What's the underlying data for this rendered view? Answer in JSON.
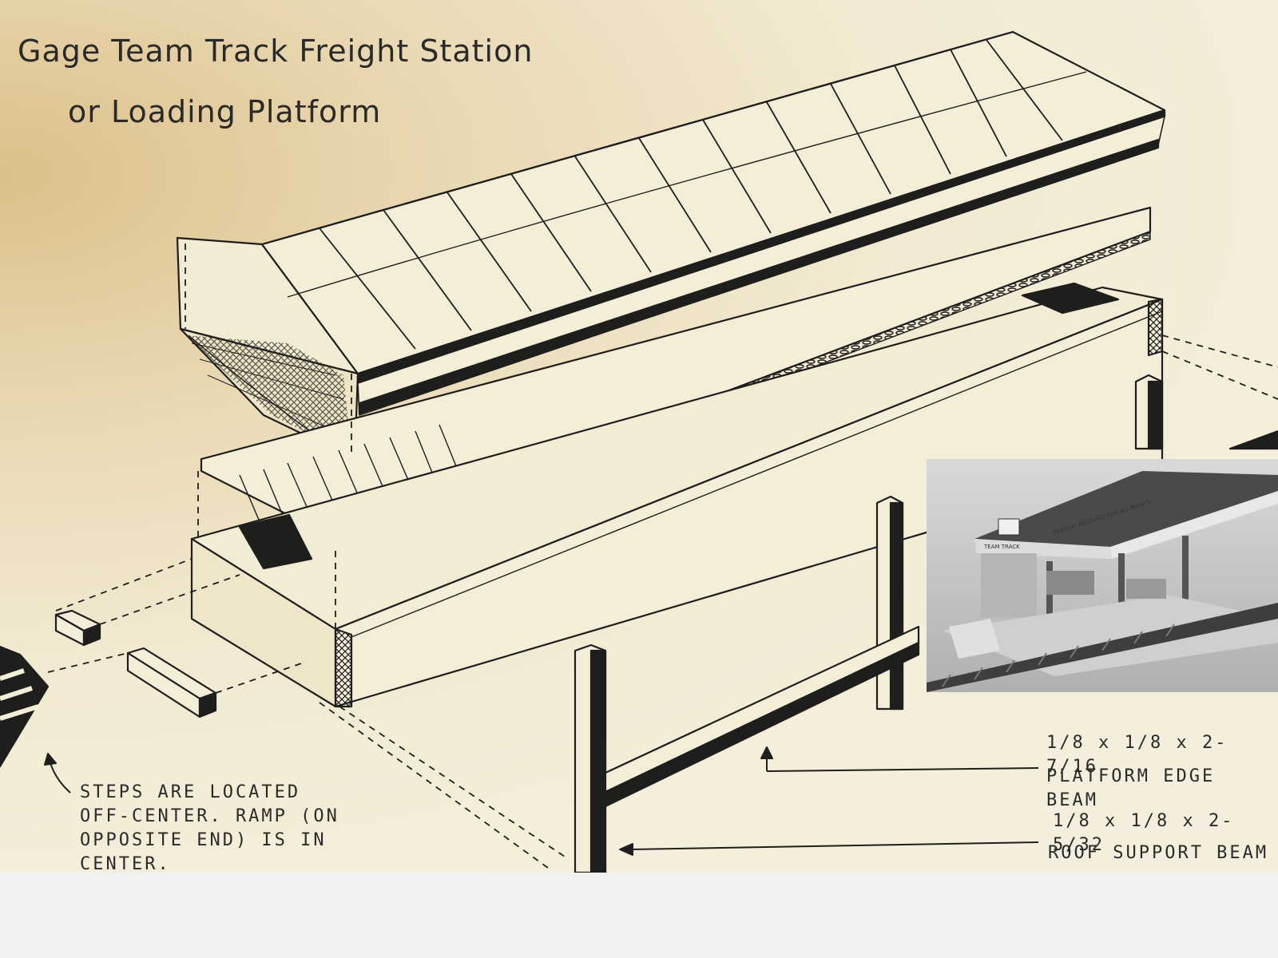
{
  "title": {
    "line1": "Gage Team Track Freight Station",
    "line2": "or Loading Platform"
  },
  "notes": {
    "steps": [
      "STEPS ARE LOCATED",
      "OFF-CENTER.  RAMP (ON",
      "OPPOSITE END) IS IN",
      "CENTER."
    ]
  },
  "callouts": [
    {
      "dimension": "1/8 x 1/8 x 2-7/16",
      "label": "PLATFORM EDGE BEAM"
    },
    {
      "dimension": "1/8 x 1/8 x 2-5/32",
      "label": "ROOF SUPPORT BEAM"
    }
  ],
  "photo": {
    "signs": [
      "TEAM TRACK",
      "FREIGHT RECEIVED FOR ALL POINTS"
    ]
  },
  "colors": {
    "paper": "#f2ead2",
    "ink": "#1e1e1c",
    "stain": "#dcc08a"
  }
}
